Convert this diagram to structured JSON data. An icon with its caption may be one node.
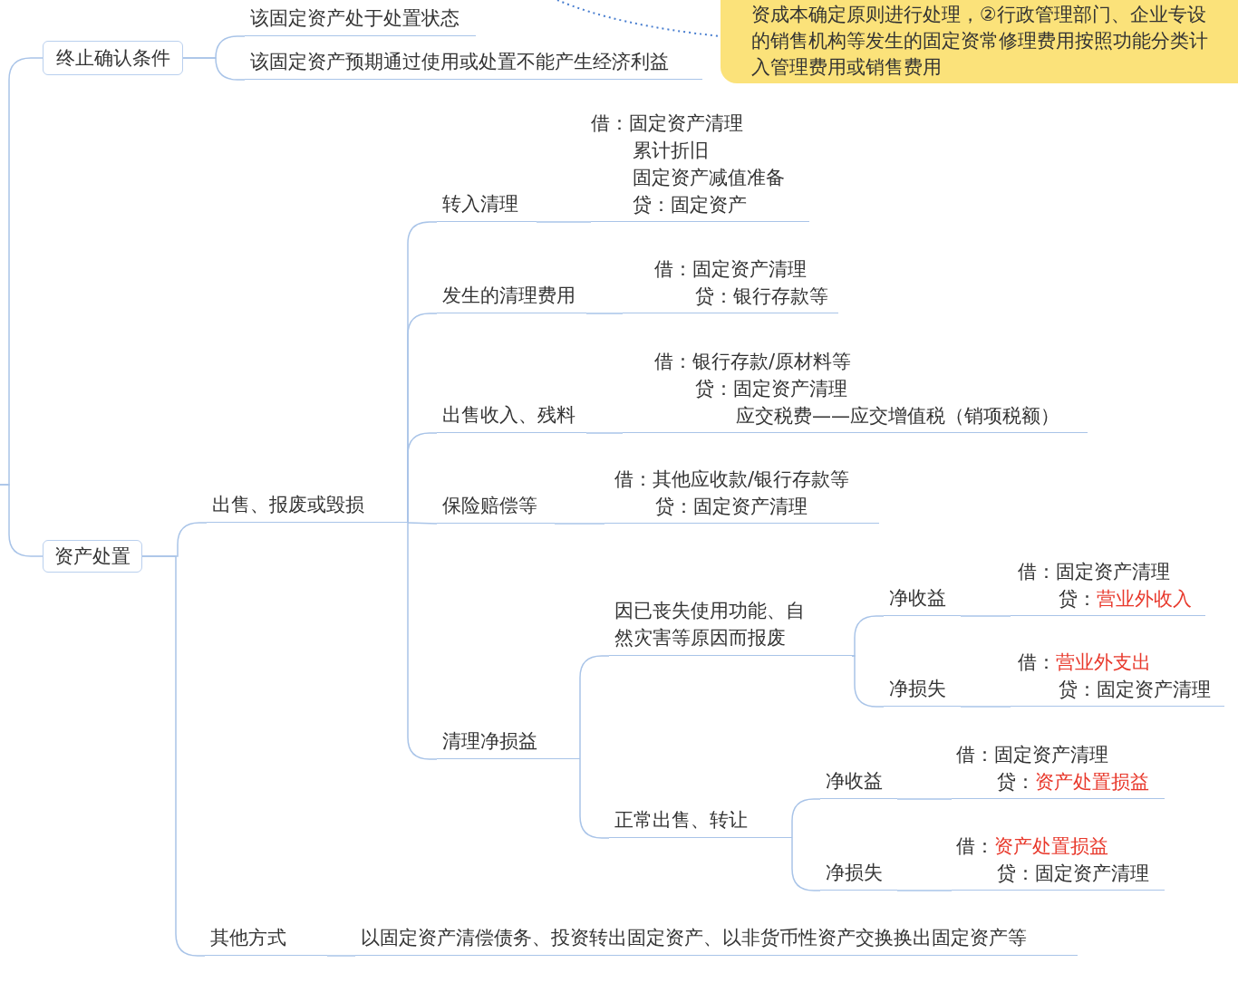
{
  "diagram": {
    "nodes": [
      {
        "text": [
          "终止确认条件"
        ]
      },
      {
        "text": [
          "该固定资产处于处置状态"
        ]
      },
      {
        "text": [
          "该固定资产预期通过使用或处置不能产生经济利益"
        ]
      },
      {
        "text": [
          "资成本确定原则进行处理，②行政管理部门、企业专设的销售机构等发生的固定资常修理费用按照功能分类计入管理费用或销售费用"
        ]
      },
      {
        "text": [
          "资产处置"
        ]
      },
      {
        "text": [
          "出售、报废或毁损"
        ]
      },
      {
        "text": [
          "转入清理"
        ]
      },
      {
        "text": [
          "借：固定资产清理",
          "累计折旧",
          "固定资产减值准备",
          "贷：固定资产"
        ]
      },
      {
        "text": [
          "发生的清理费用"
        ]
      },
      {
        "text": [
          "借：固定资产清理",
          "贷：银行存款等"
        ]
      },
      {
        "text": [
          "出售收入、残料"
        ]
      },
      {
        "text": [
          "借：银行存款/原材料等",
          "贷：固定资产清理",
          "应交税费——应交增值税（销项税额）"
        ]
      },
      {
        "text": [
          "保险赔偿等"
        ]
      },
      {
        "text": [
          "借：其他应收款/银行存款等",
          "贷：固定资产清理"
        ]
      },
      {
        "text": [
          "清理净损益"
        ]
      },
      {
        "text": [
          "因已丧失使用功能、自然灾害等原因而报废"
        ]
      },
      {
        "text": [
          "净收益"
        ]
      },
      {
        "text": [
          "借：固定资产清理",
          "贷：",
          "营业外收入"
        ]
      },
      {
        "text": [
          "净损失"
        ]
      },
      {
        "text": [
          "借：",
          "营业外支出",
          "贷：固定资产清理"
        ]
      },
      {
        "text": [
          "正常出售、转让"
        ]
      },
      {
        "text": [
          "净收益"
        ]
      },
      {
        "text": [
          "借：固定资产清理",
          "贷：",
          "资产处置损益"
        ]
      },
      {
        "text": [
          "净损失"
        ]
      },
      {
        "text": [
          "借：",
          "资产处置损益",
          "贷：固定资产清理"
        ]
      },
      {
        "text": [
          "其他方式"
        ]
      },
      {
        "text": [
          "以固定资产清偿债务、投资转出固定资产、以非货币性资产交换换出固定资产等"
        ]
      }
    ],
    "edges": [
      {
        "from": null,
        "to": 0,
        "arrow": "none"
      },
      {
        "from": null,
        "to": 4,
        "arrow": "none"
      },
      {
        "from": 0,
        "to": 1,
        "arrow": "none"
      },
      {
        "from": 0,
        "to": 2,
        "arrow": "none"
      },
      {
        "from": null,
        "to": 3,
        "arrow": "none",
        "style": "dashed",
        "color": "#4a7fd0"
      },
      {
        "from": 4,
        "to": 5,
        "arrow": "none"
      },
      {
        "from": 4,
        "to": 25,
        "arrow": "none"
      },
      {
        "from": 5,
        "to": 6,
        "arrow": "none"
      },
      {
        "from": 5,
        "to": 8,
        "arrow": "none"
      },
      {
        "from": 5,
        "to": 10,
        "arrow": "none"
      },
      {
        "from": 5,
        "to": 12,
        "arrow": "none"
      },
      {
        "from": 5,
        "to": 14,
        "arrow": "none"
      },
      {
        "from": 6,
        "to": 7,
        "arrow": "none"
      },
      {
        "from": 8,
        "to": 9,
        "arrow": "none"
      },
      {
        "from": 10,
        "to": 11,
        "arrow": "none"
      },
      {
        "from": 12,
        "to": 13,
        "arrow": "none"
      },
      {
        "from": 14,
        "to": 15,
        "arrow": "none"
      },
      {
        "from": 14,
        "to": 20,
        "arrow": "none"
      },
      {
        "from": 15,
        "to": 16,
        "arrow": "none"
      },
      {
        "from": 15,
        "to": 18,
        "arrow": "none"
      },
      {
        "from": 16,
        "to": 17,
        "arrow": "none"
      },
      {
        "from": 18,
        "to": 19,
        "arrow": "none"
      },
      {
        "from": 20,
        "to": 21,
        "arrow": "none"
      },
      {
        "from": 20,
        "to": 23,
        "arrow": "none"
      },
      {
        "from": 21,
        "to": 22,
        "arrow": "none"
      },
      {
        "from": 23,
        "to": 24,
        "arrow": "none"
      },
      {
        "from": 25,
        "to": 26,
        "arrow": "none"
      }
    ]
  }
}
